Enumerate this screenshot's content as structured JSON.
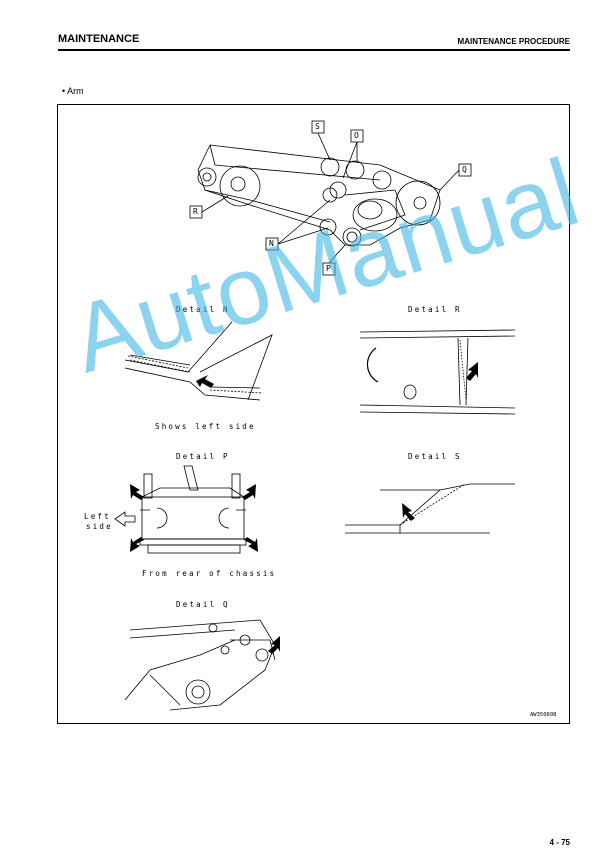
{
  "header": {
    "left": "MAINTENANCE",
    "right": "MAINTENANCE PROCEDURE"
  },
  "bullet": "• Arm",
  "callouts": {
    "s": "S",
    "o": "O",
    "q": "Q",
    "r": "R",
    "n": "N",
    "p": "P"
  },
  "details": {
    "n": "Detail N",
    "r": "Detail R",
    "p": "Detail P",
    "s": "Detail S",
    "q": "Detail Q"
  },
  "notes": {
    "shows_left_side": "Shows left side",
    "left": "Left",
    "side": "side",
    "from_rear": "From rear of chassis"
  },
  "figure_code": "AW350608",
  "page_number": "4 - 75",
  "watermark": "AutoManual",
  "colors": {
    "watermark": "#3fb6e6",
    "ink": "#000000"
  }
}
